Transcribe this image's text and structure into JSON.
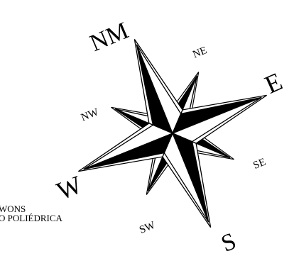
{
  "compass": {
    "labels": {
      "nm": "NM",
      "ne": "NE",
      "e": "E",
      "se": "SE",
      "s": "S",
      "sw": "SW",
      "w": "W",
      "nw": "NW"
    }
  },
  "caption": {
    "line1": "WONS",
    "line2": "O POLIÉDRICA"
  },
  "colors": {
    "ink": "#000000",
    "paper": "#ffffff"
  }
}
